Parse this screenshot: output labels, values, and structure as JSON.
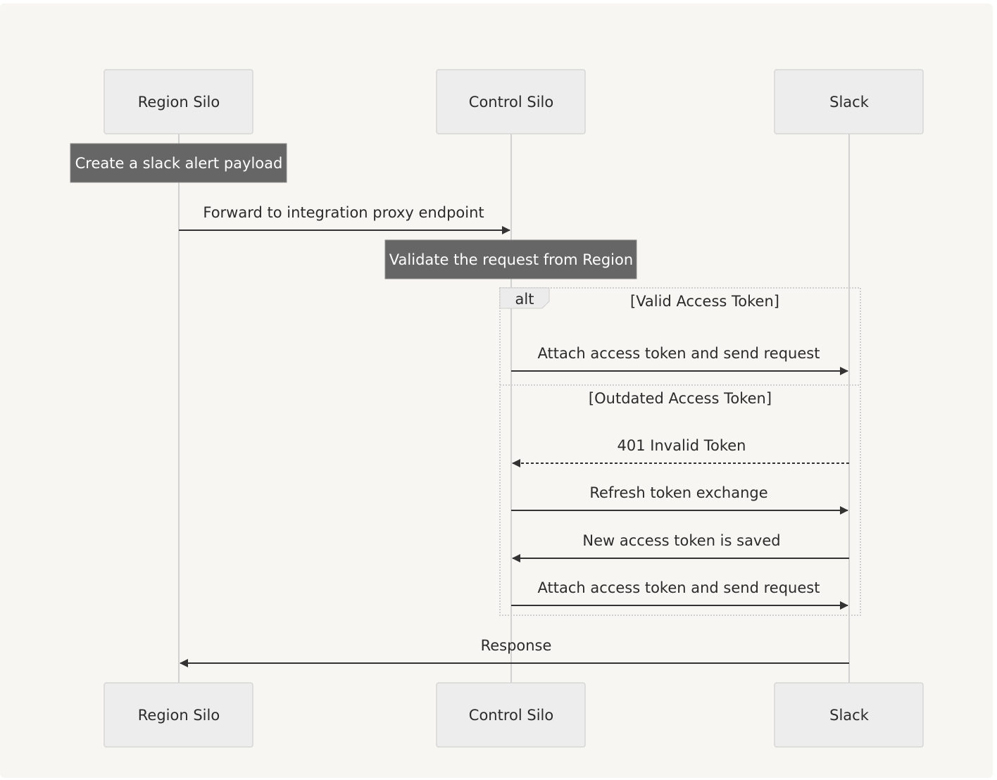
{
  "participants": [
    {
      "id": "region",
      "label": "Region Silo"
    },
    {
      "id": "control",
      "label": "Control Silo"
    },
    {
      "id": "slack",
      "label": "Slack"
    }
  ],
  "notes": {
    "create_payload": "Create a slack alert payload",
    "validate_request": "Validate the request from Region"
  },
  "messages": {
    "forward": "Forward to integration proxy endpoint",
    "attach_valid": "Attach access token and send request",
    "invalid_token": "401 Invalid Token",
    "refresh": "Refresh token exchange",
    "new_token": "New access token is saved",
    "attach_retry": "Attach access token and send request",
    "response": "Response"
  },
  "alt": {
    "keyword": "alt",
    "condition_valid": "[Valid Access Token]",
    "condition_outdated": "[Outdated Access Token]"
  },
  "colors": {
    "background": "#f7f6f3",
    "actor_fill": "#ededed",
    "note_fill": "#666666",
    "line": "#333333",
    "lifeline": "#d2d2d2"
  }
}
